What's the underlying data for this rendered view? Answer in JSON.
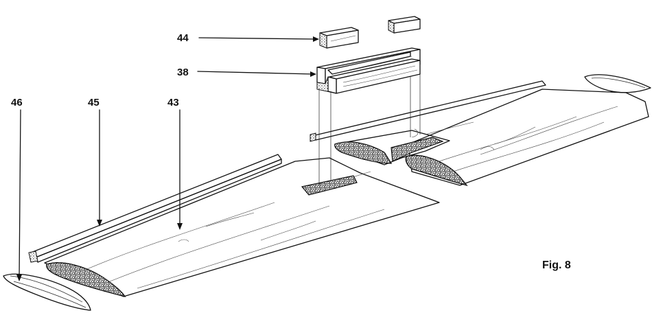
{
  "labels": {
    "part_44": "44",
    "part_38": "38",
    "part_46": "46",
    "part_45": "45",
    "part_43": "43",
    "figure": "Fig. 8"
  }
}
